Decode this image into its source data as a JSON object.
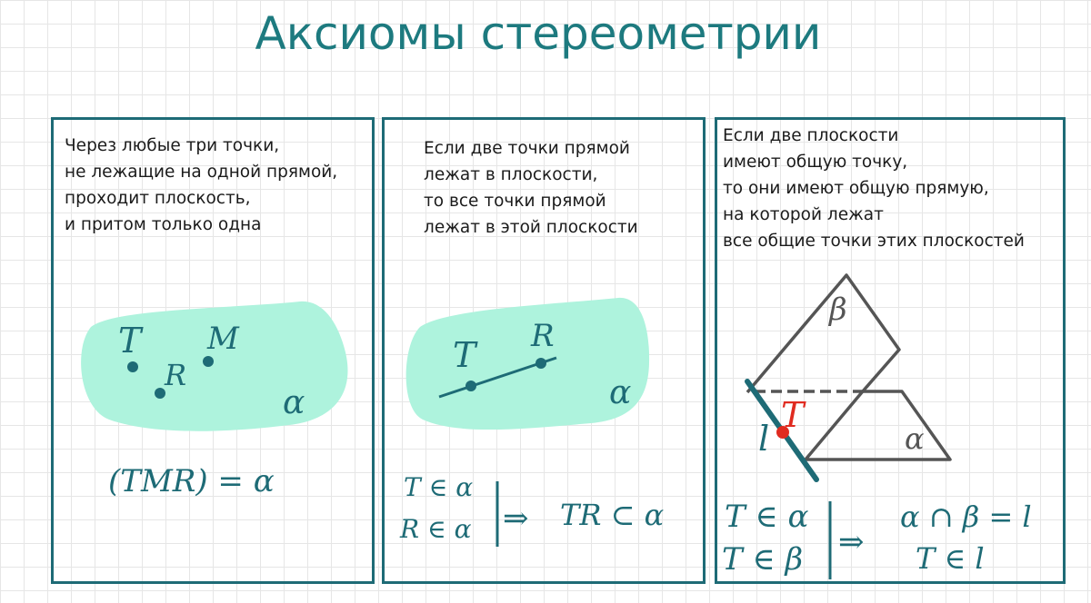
{
  "title": "Аксиомы стереометрии",
  "colors": {
    "teal": "#1e6b76",
    "plane": "#aef3dd",
    "red": "#e02b20",
    "gray": "#555555"
  },
  "panels": [
    {
      "text": [
        "Через любые три точки,",
        "не лежащие на одной прямой,",
        "проходит плоскость,",
        "и притом только одна"
      ],
      "points": {
        "t": "T",
        "m": "M",
        "r": "R"
      },
      "plane": "α",
      "formula": "(TMR) = α"
    },
    {
      "text": [
        "Если две точки прямой",
        "лежат в плоскости,",
        "то все точки прямой",
        "лежат в этой плоскости"
      ],
      "points": {
        "t": "T",
        "r": "R"
      },
      "plane": "α",
      "given": [
        "T ∈ α",
        "R ∈ α"
      ],
      "implies": "⇒",
      "result": "TR ⊂ α"
    },
    {
      "text": [
        "Если две плоскости",
        "имеют общую точку,",
        "то они имеют общую прямую,",
        "на которой лежат",
        "все общие точки этих плоскостей"
      ],
      "labels": {
        "beta": "β",
        "alpha": "α",
        "t": "T",
        "l": "l"
      },
      "given": [
        "T ∈ α",
        "T ∈ β"
      ],
      "implies": "⇒",
      "result": [
        "α ∩ β = l",
        "T ∈ l"
      ]
    }
  ]
}
